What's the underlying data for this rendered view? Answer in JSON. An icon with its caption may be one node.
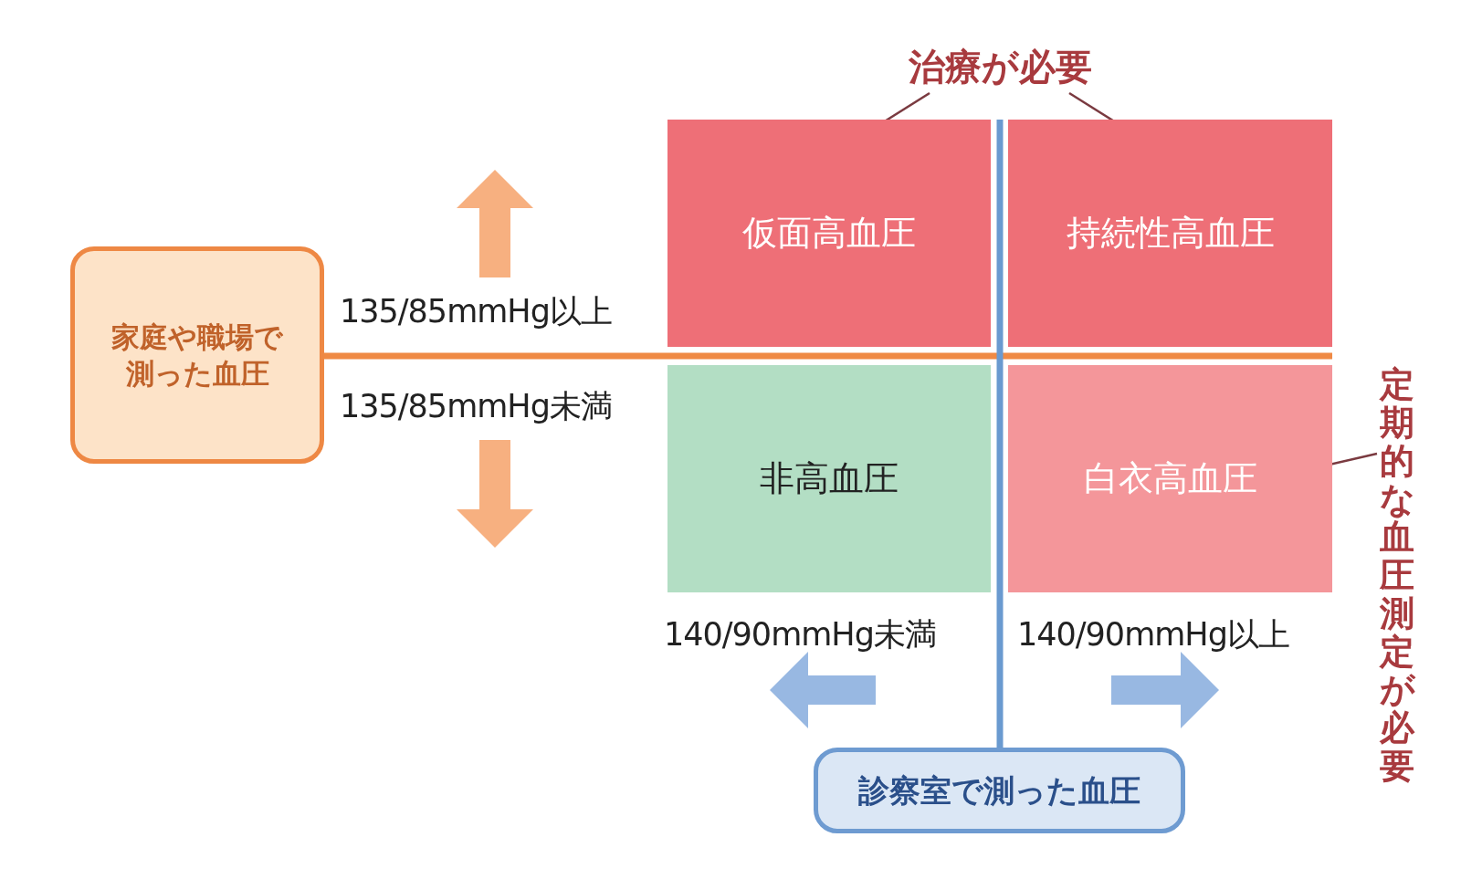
{
  "diagram": {
    "nodes": [
      {
        "text": [
          "家庭や職場で測った血圧"
        ]
      },
      {
        "text": [
          "仮面高血圧"
        ]
      },
      {
        "text": [
          "持続性高血圧"
        ]
      },
      {
        "text": [
          "非高血圧"
        ]
      },
      {
        "text": [
          "白衣高血圧"
        ]
      },
      {
        "text": [
          "診察室で測った血圧"
        ]
      },
      {
        "text": [
          "治療が必要"
        ]
      },
      {
        "text": [
          "定期的な血圧測定が必要"
        ]
      }
    ],
    "edges": [
      {
        "from": 6,
        "to": 1,
        "arrow": "none"
      },
      {
        "from": 6,
        "to": 2,
        "arrow": "none"
      },
      {
        "from": 7,
        "to": 4,
        "arrow": "none"
      }
    ],
    "labels": [
      "135/85mmHg以上",
      "135/85mmHg未満",
      "140/90mmHg未満",
      "140/90mmHg以上"
    ]
  }
}
